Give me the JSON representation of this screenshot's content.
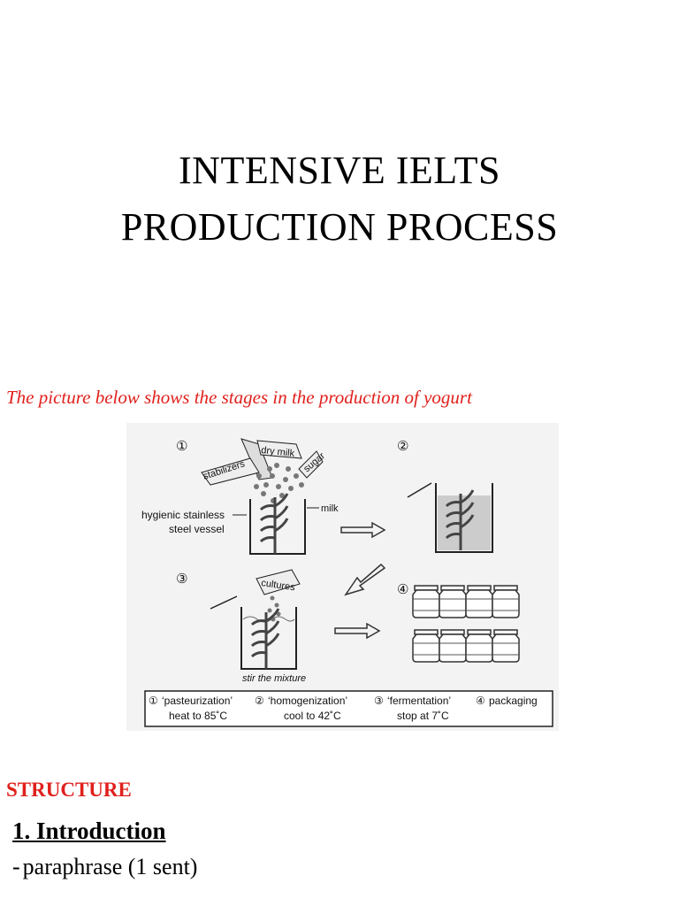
{
  "title": {
    "line1": "INTENSIVE IELTS",
    "line2": "PRODUCTION PROCESS"
  },
  "caption": "The picture below shows the stages in the production of yogurt",
  "figure": {
    "stage_numbers": [
      "①",
      "②",
      "③",
      "④"
    ],
    "labels": {
      "dry_milk": "dry milk",
      "stabilizers": "stabilizers",
      "sugar": "sugar",
      "milk": "milk",
      "vessel_line1": "hygienic stainless",
      "vessel_line2": "steel vessel",
      "cultures": "cultures",
      "stir": "stir the mixture"
    },
    "legend": [
      {
        "num": "①",
        "name": "‘pasteurization’",
        "detail": "heat to 85˚C"
      },
      {
        "num": "②",
        "name": "‘homogenization’",
        "detail": "cool to 42˚C"
      },
      {
        "num": "③",
        "name": "‘fermentation’",
        "detail": "stop at 7˚C"
      },
      {
        "num": "④",
        "name": "packaging",
        "detail": ""
      }
    ]
  },
  "structure_heading": "STRUCTURE",
  "section1": {
    "heading": "1. Introduction",
    "bullet_dash": "-",
    "bullet": "paraphrase (1 sent)"
  }
}
